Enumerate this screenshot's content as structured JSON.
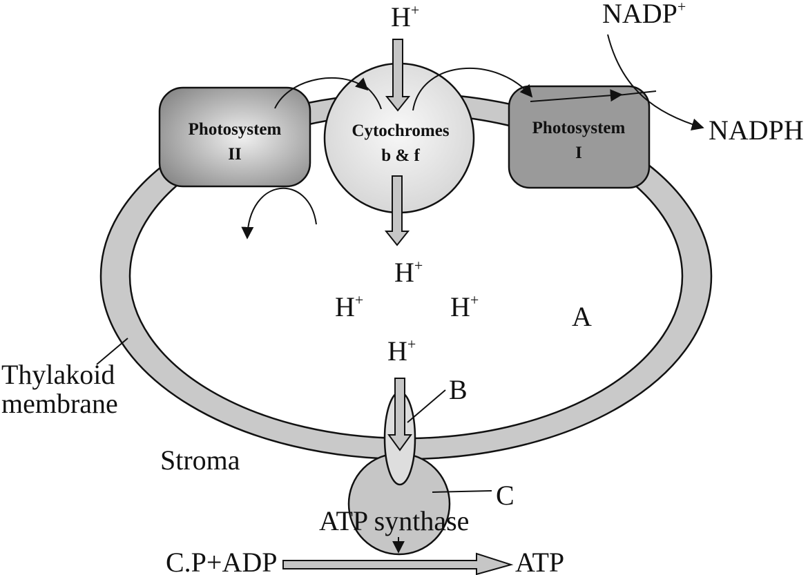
{
  "colors": {
    "membrane": "#c9c9c9",
    "outline": "#111111",
    "cytochrome_center": "#f8f8f8",
    "cytochrome_edge": "#d4d4d4",
    "ps2_center": "#f0f0f0",
    "ps2_edge": "#8a8a8a",
    "ps1_fill": "#9a9a9a",
    "atp_synthase": "#c6c6c6",
    "channel": "#dedede",
    "arrow_fill": "#c6c6c6"
  },
  "labels": {
    "h_top": "H",
    "h_top_sup": "+",
    "nadp": "NADP",
    "nadp_sup": "+",
    "nadph": "NADPH",
    "ps2_line1": "Photosystem",
    "ps2_line2": "II",
    "cyt_line1": "Cytochromes",
    "cyt_line2": "b & f",
    "ps1_line1": "Photosystem",
    "ps1_line2": "I",
    "h_lumen_1": "H",
    "h_lumen_1_sup": "+",
    "h_lumen_2": "H",
    "h_lumen_2_sup": "+",
    "h_lumen_3": "H",
    "h_lumen_3_sup": "+",
    "h_lumen_4": "H",
    "h_lumen_4_sup": "+",
    "label_a": "A",
    "label_b": "B",
    "label_c": "C",
    "thylakoid_line1": "Thylakoid",
    "thylakoid_line2": "membrane",
    "stroma": "Stroma",
    "atp_synthase": "ATP synthase",
    "cp_adp": "C.P+ADP",
    "atp": "ATP"
  }
}
